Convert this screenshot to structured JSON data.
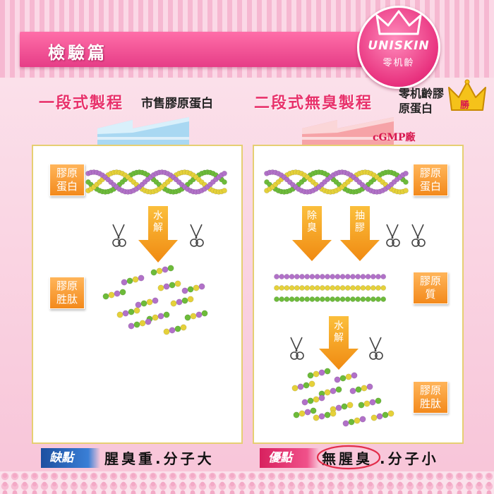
{
  "header": {
    "title": "檢驗篇"
  },
  "brand": {
    "name": "UNISKIN",
    "subtitle": "零机齡"
  },
  "left": {
    "heading_red": "一段式製程",
    "heading_black": "市售膠原蛋白",
    "label_top": "膠原蛋白",
    "arrow_label": "水解",
    "label_bottom": "膠原胜肽",
    "footer_tag": "缺點",
    "footer_text": "腥臭重.分子大"
  },
  "right": {
    "heading_red": "二段式無臭製程",
    "heading_black": "零机齡膠原蛋白",
    "win_badge": "勝",
    "factory_label": "cGMP廠",
    "label_top": "膠原蛋白",
    "arrow1_label": "除臭",
    "arrow2_label": "抽膠",
    "label_mid": "膠原質",
    "arrow3_label": "水解",
    "label_bottom": "膠原胜肽",
    "footer_tag": "優點",
    "footer_text_circled": "無腥臭",
    "footer_text": ".分子小"
  },
  "colors": {
    "pink": "#e8316b",
    "orange": "#f7a21e",
    "gold": "#e6cf72",
    "bead_green": "#6dbb3a",
    "bead_yellow": "#e5d13a",
    "bead_purple": "#b171c8"
  }
}
